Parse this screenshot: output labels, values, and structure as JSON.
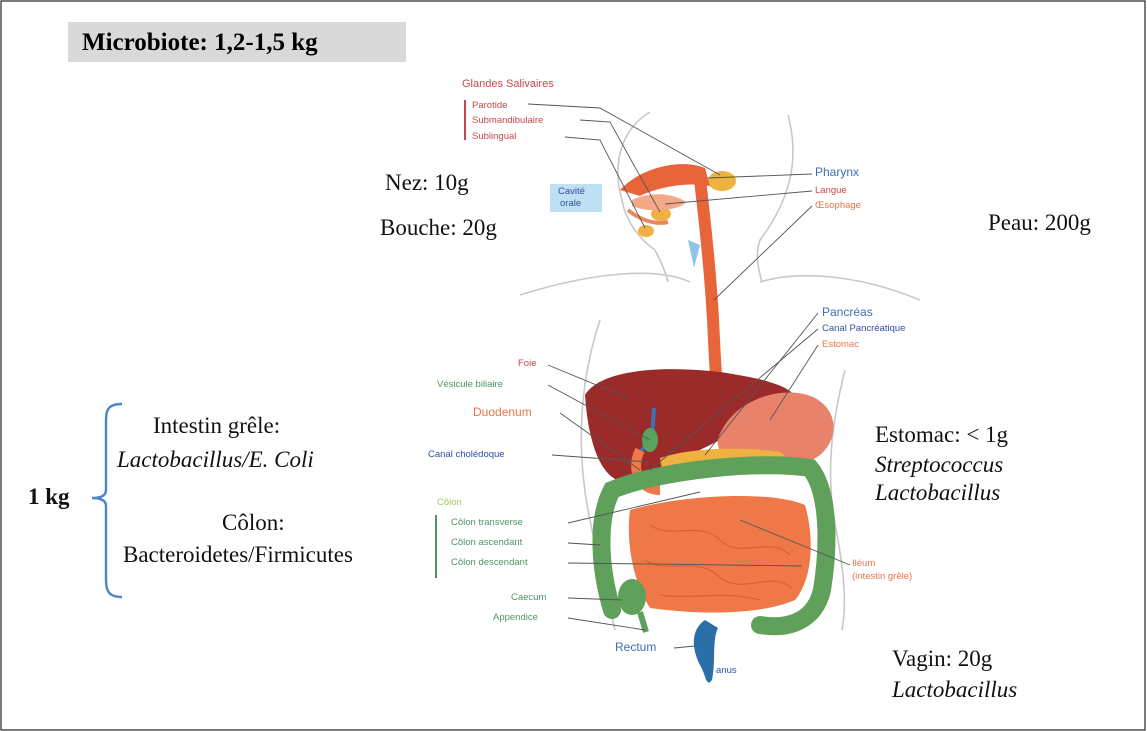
{
  "title": "Microbiote: 1,2-1,5 kg",
  "sites": {
    "nez": "Nez: 10g",
    "bouche": "Bouche: 20g",
    "peau": "Peau: 200g",
    "intestin_grele": "Intestin grêle:",
    "intestin_grele_species": "Lactobacillus/E. Coli",
    "total_intestin": "1 kg",
    "colon": "Côlon:",
    "colon_species": "Bacteroidetes/Firmicutes",
    "estomac": "Estomac: < 1g",
    "estomac_species_1": "Streptococcus",
    "estomac_species_2": "Lactobacillus",
    "vagin": "Vagin: 20g",
    "vagin_species": "Lactobacillus"
  },
  "anatomy_labels": {
    "glandes_salivaires": "Glandes Salivaires",
    "parotide": "Parotide",
    "submandibulaire": "Submandibulaire",
    "sublingual": "Sublingual",
    "cavite_orale_1": "Cavité",
    "cavite_orale_2": "orale",
    "pharynx": "Pharynx",
    "langue": "Langue",
    "oesophage": "Œsophage",
    "pancreas": "Pancréas",
    "canal_pancreatique": "Canal Pancréatique",
    "estomac": "Estomac",
    "foie": "Foie",
    "vesicule": "Vésicule biliaire",
    "duodenum": "Duodenum",
    "canal_choledoque": "Canal cholédoque",
    "colon": "Côlon",
    "colon_transverse": "Côlon transverse",
    "colon_ascendant": "Côlon ascendant",
    "colon_descendant": "Côlon descendant",
    "ileum": "Iléum",
    "ileum_sub": "(intestin grêle)",
    "caecum": "Caecum",
    "appendice": "Appendice",
    "rectum": "Rectum",
    "anus": "anus"
  },
  "colors": {
    "title_bg": "#d9d9d9",
    "brace": "#4a86c8",
    "liver": "#9b2a2a",
    "stomach": "#e8826a",
    "esophagus": "#e8653a",
    "colon": "#5fa05a",
    "small_intestine": "#ef7848",
    "rectum": "#2b6fa8",
    "gland": "#efb240"
  }
}
